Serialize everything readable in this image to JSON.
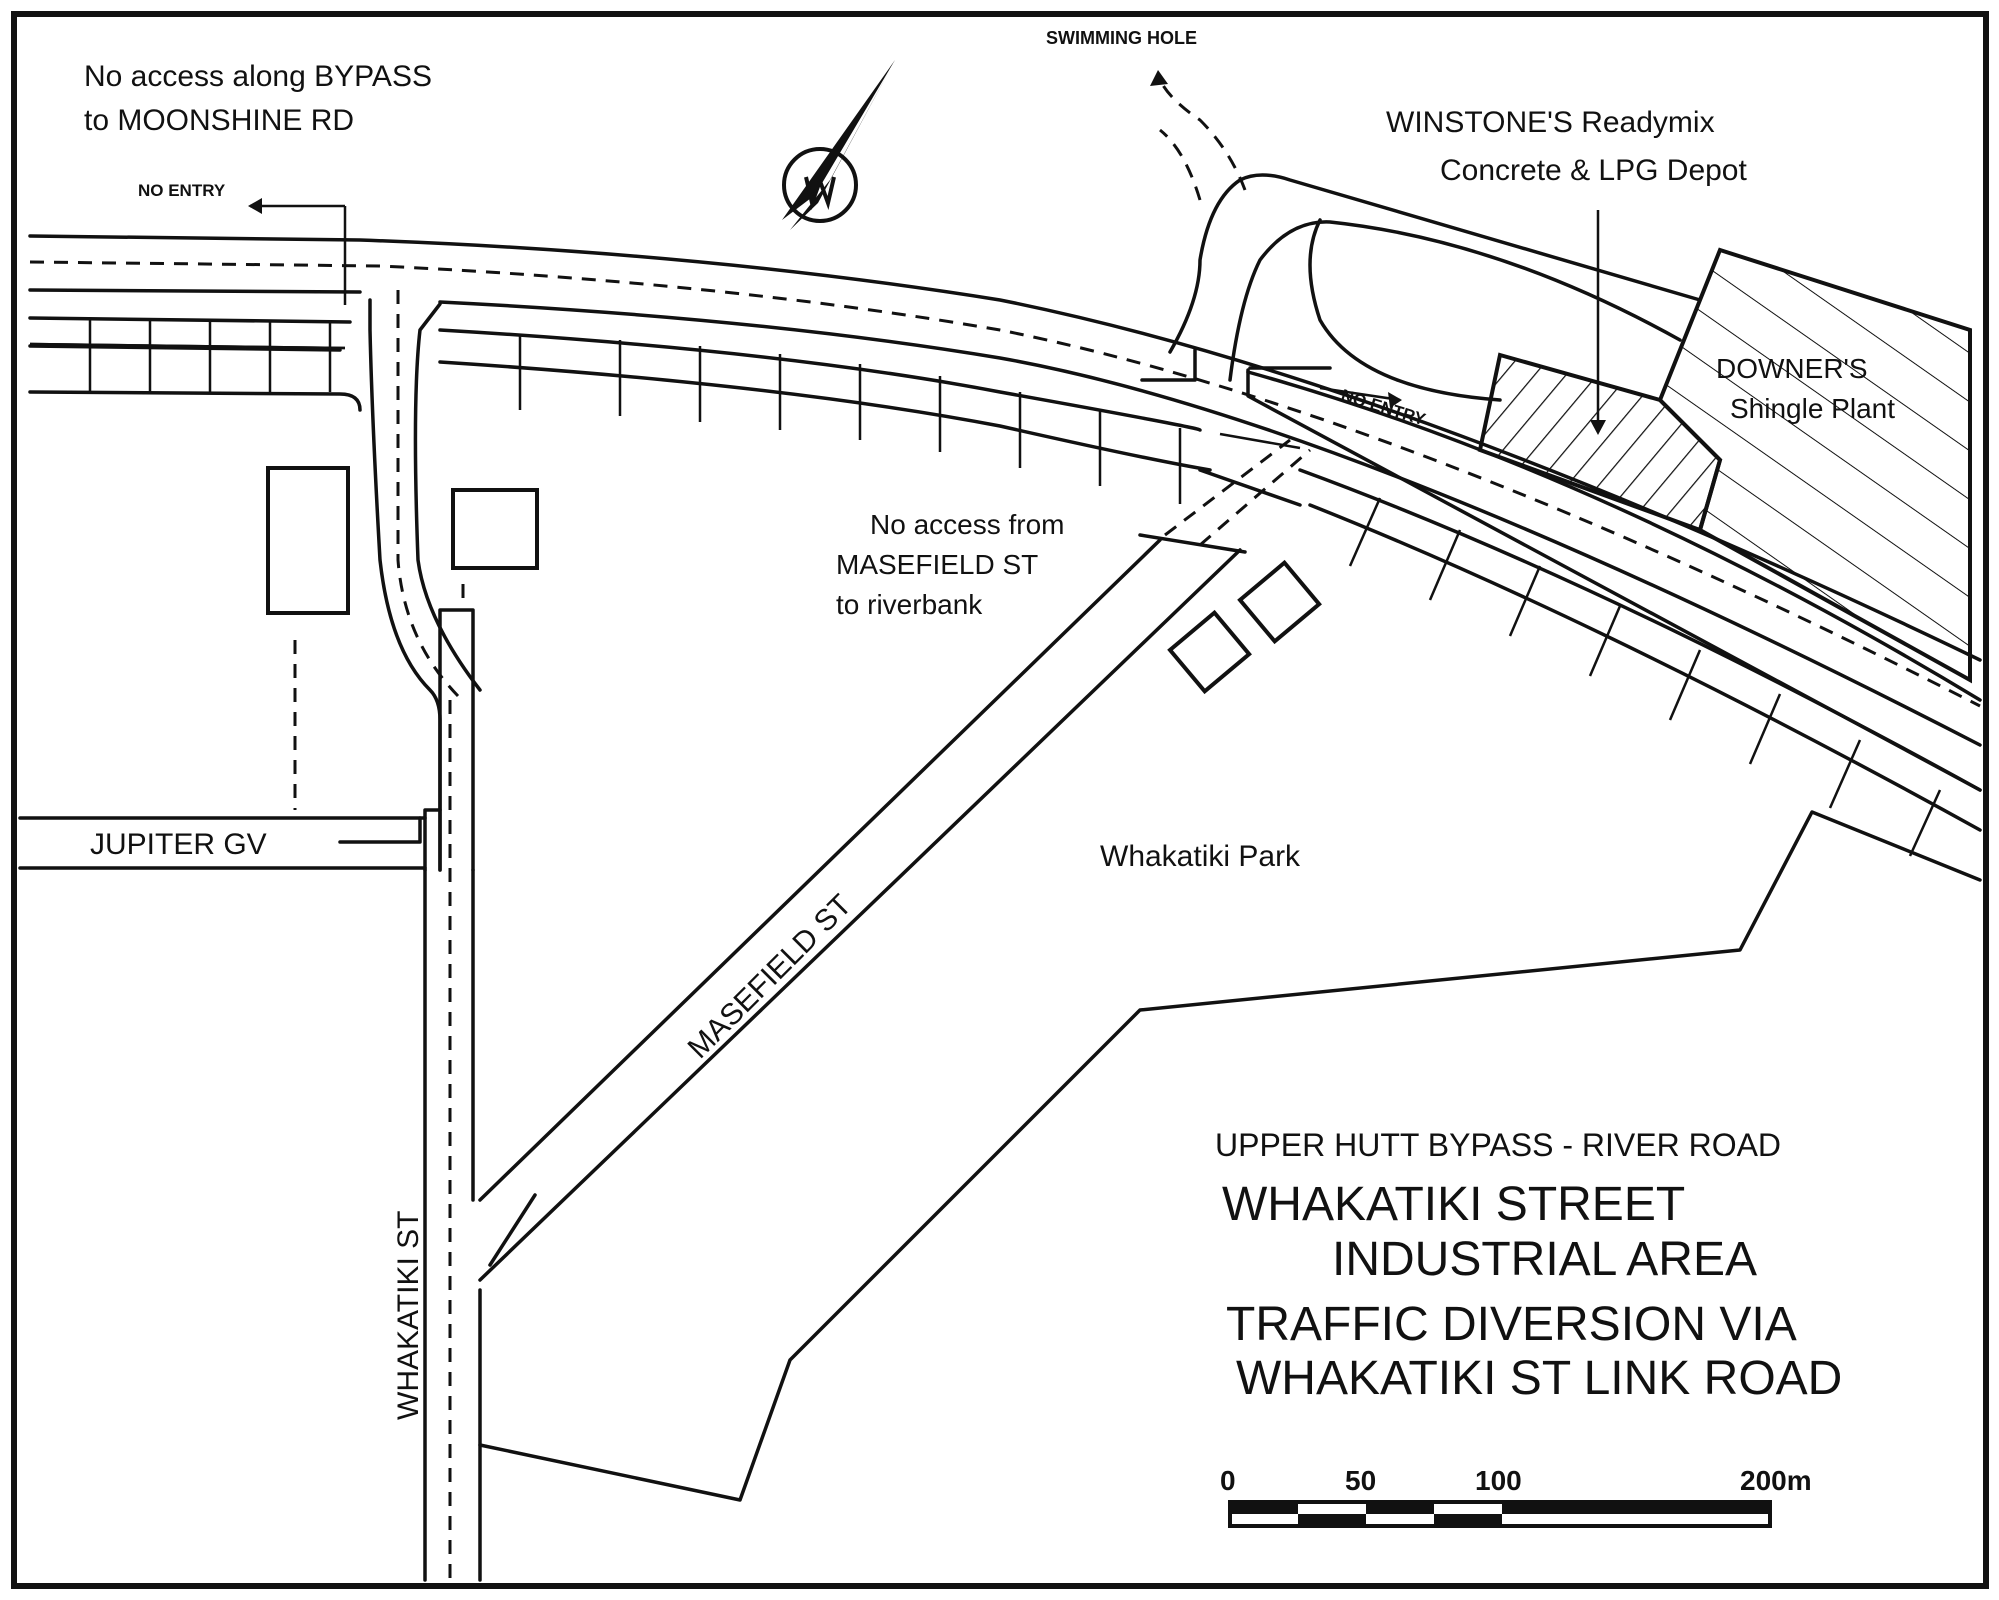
{
  "labels": {
    "no_access_bypass_1": "No access along BYPASS",
    "no_access_bypass_2": "to MOONSHINE RD",
    "no_entry_left": "NO ENTRY",
    "swimming_hole": "SWIMMING HOLE",
    "winstones_1": "WINSTONE'S Readymix",
    "winstones_2": "Concrete & LPG Depot",
    "downers_1": "DOWNER'S",
    "downers_2": "Shingle Plant",
    "no_entry_right": "NO ENTRY",
    "no_access_masefield_1": "No access from",
    "no_access_masefield_2": "MASEFIELD ST",
    "no_access_masefield_3": "to riverbank",
    "jupiter_gv": "JUPITER GV",
    "whakatiki_park": "Whakatiki Park",
    "masefield_st": "MASEFIELD ST",
    "whakatiki_st": "WHAKATIKI ST"
  },
  "title_block": {
    "subtitle": "UPPER HUTT BYPASS - RIVER ROAD",
    "title_line1": "WHAKATIKI STREET",
    "title_line2": "INDUSTRIAL  AREA",
    "title_line3": "TRAFFIC  DIVERSION  VIA",
    "title_line4": "WHAKATIKI ST LINK ROAD"
  },
  "scale_bar": {
    "ticks": [
      "0",
      "50",
      "100",
      "200m"
    ]
  },
  "icons": {
    "north_arrow": "north-arrow-icon"
  }
}
